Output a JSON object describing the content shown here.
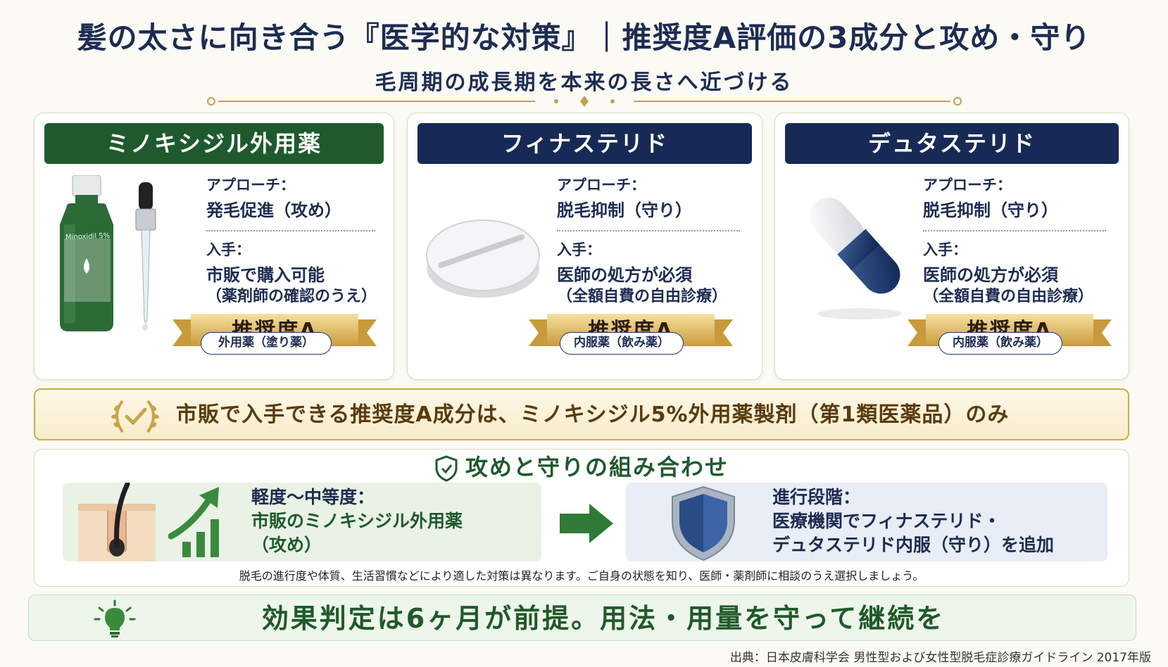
{
  "title": "髪の太さに向き合う『医学的な対策』｜推奨度A評価の3成分と攻め・守り",
  "subtitle": "毛周期の成長期を本来の長さへ近づける",
  "cards": [
    {
      "name": "ミノキシジル外用薬",
      "approach_label": "アプローチ：",
      "approach": "発毛促進（攻め）",
      "access_label": "入手：",
      "access_line1": "市販で購入可能",
      "access_line2": "（薬剤師の確認のうえ）",
      "grade": "推奨度A",
      "form": "外用薬（塗り薬）",
      "bottle_label": "Minoxidil 5%"
    },
    {
      "name": "フィナステリド",
      "approach_label": "アプローチ：",
      "approach": "脱毛抑制（守り）",
      "access_label": "入手：",
      "access_line1": "医師の処方が必須",
      "access_line2": "（全額自費の自由診療）",
      "grade": "推奨度A",
      "form": "内服薬（飲み薬）"
    },
    {
      "name": "デュタステリド",
      "approach_label": "アプローチ：",
      "approach": "脱毛抑制（守り）",
      "access_label": "入手：",
      "access_line1": "医師の処方が必須",
      "access_line2": "（全額自費の自由診療）",
      "grade": "推奨度A",
      "form": "内服薬（飲み薬）"
    }
  ],
  "banner": "市販で入手できる推奨度A成分は、ミノキシジル5%外用薬製剤（第1類医薬品）のみ",
  "combo": {
    "title": "攻めと守りの組み合わせ",
    "left_line1": "軽度〜中等度：",
    "left_line2": "市販のミノキシジル外用薬",
    "left_line3": "（攻め）",
    "right_line1": "進行段階：",
    "right_line2": "医療機関でフィナステリド・",
    "right_line3": "デュタステリド内服（守り）を追加",
    "note": "脱毛の進行度や体質、生活習慣などにより適した対策は異なります。ご自身の状態を知り、医師・薬剤師に相談のうえ選択しましょう。"
  },
  "bottom": "効果判定は6ヶ月が前提。用法・用量を守って継続を",
  "source": "出典：日本皮膚科学会 男性型および女性型脱毛症診療ガイドライン 2017年版",
  "colors": {
    "green": "#1e5a2e",
    "navy": "#172a55",
    "gold": "#d1a947",
    "text": "#1d2c52"
  },
  "icons": [
    "dropper-bottle-icon",
    "tablet-icon",
    "capsule-icon",
    "laurel-check-icon",
    "shield-icon",
    "hair-follicle-icon",
    "growth-arrow-icon",
    "arrow-right-icon",
    "blue-shield-icon",
    "lightbulb-icon"
  ]
}
